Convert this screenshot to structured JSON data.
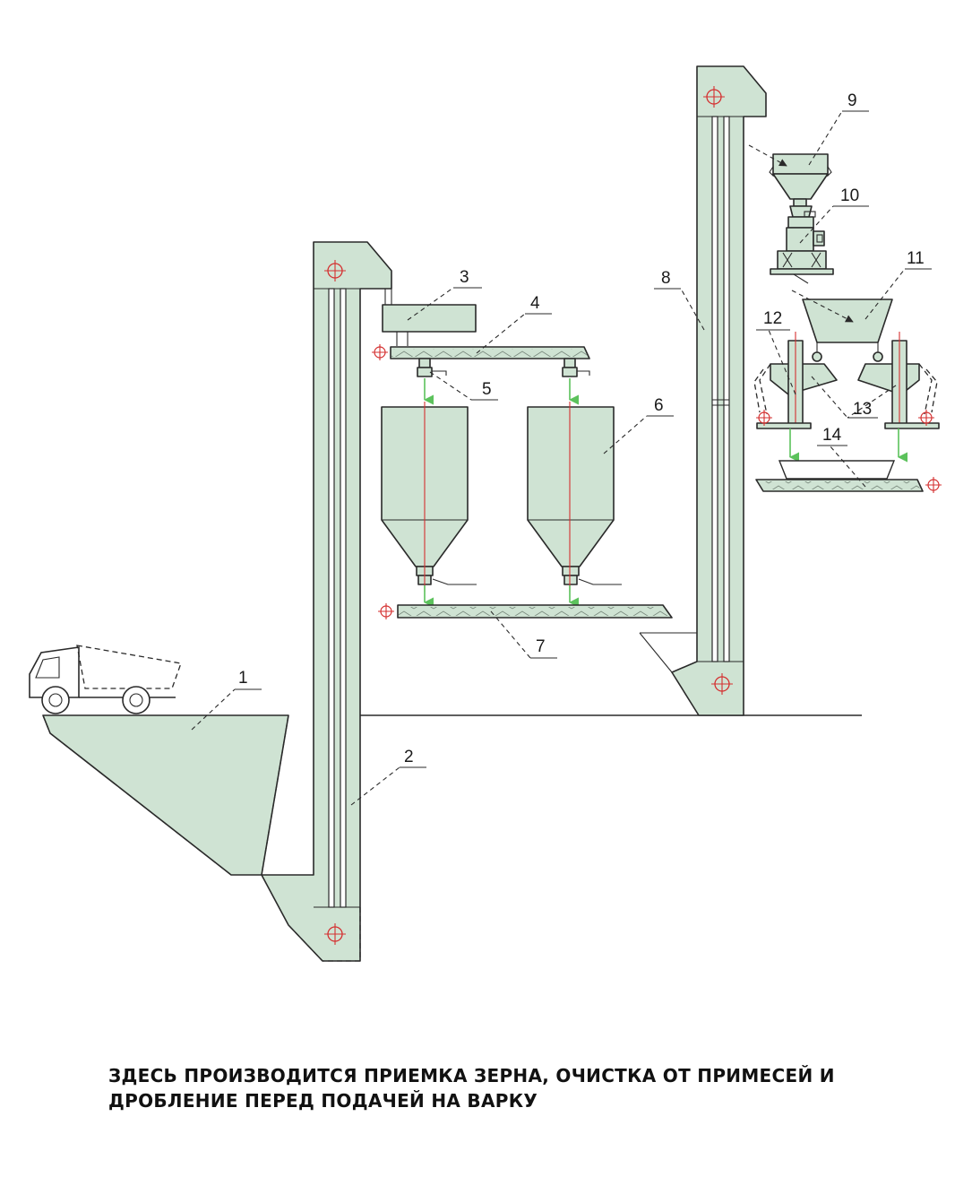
{
  "labels": {
    "n1": "1",
    "n2": "2",
    "n3": "3",
    "n4": "4",
    "n5": "5",
    "n6": "6",
    "n7": "7",
    "n8": "8",
    "n9": "9",
    "n10": "10",
    "n11": "11",
    "n12": "12",
    "n13": "13",
    "n14": "14"
  },
  "caption": {
    "line1": "Здесь производится приемка зерна, очистка от примесей и",
    "line2": "дробление перед подачей на варку"
  },
  "colors": {
    "equipment_fill": "#cfe3d3",
    "outline": "#2a2a2a",
    "axis_red": "#d43030",
    "flow_green": "#5cc25c"
  },
  "icons": {
    "pulley": "pulley-icon",
    "truck": "dump-truck-icon",
    "flow": "flow-arrow-icon"
  }
}
